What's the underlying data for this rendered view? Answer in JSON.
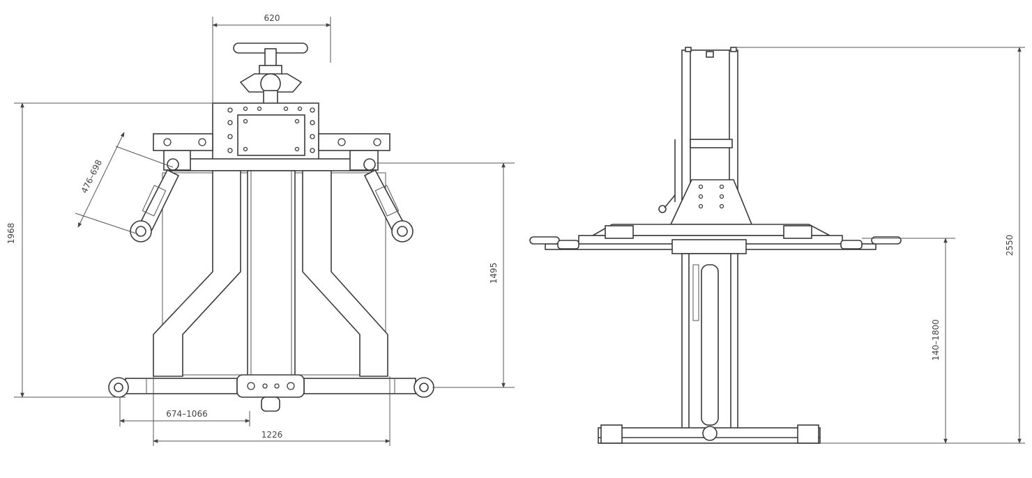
{
  "front_view": {
    "dim_top_width": "620",
    "dim_total_height": "1968",
    "dim_arm_height": "1495",
    "dim_arm_pivot_range": "476–698",
    "dim_arm_reach": "674–1066",
    "dim_base_width": "1226"
  },
  "side_view": {
    "dim_total_height": "2550",
    "dim_lift_range": "140–1800"
  }
}
